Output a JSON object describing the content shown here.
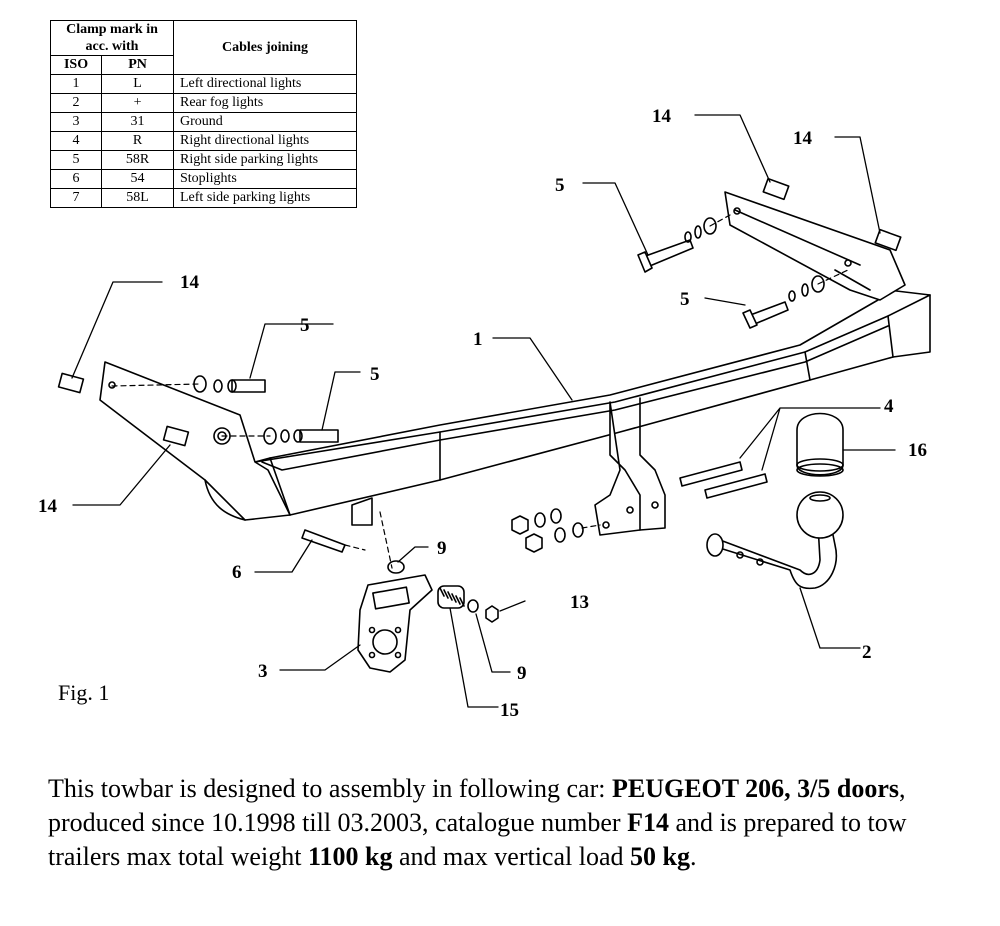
{
  "table": {
    "header_clamp": "Clamp mark in acc. with",
    "header_cables": "Cables joining",
    "header_iso": "ISO",
    "header_pn": "PN",
    "rows": [
      {
        "iso": "1",
        "pn": "L",
        "cable": "Left directional lights"
      },
      {
        "iso": "2",
        "pn": "+",
        "cable": "Rear fog lights"
      },
      {
        "iso": "3",
        "pn": "31",
        "cable": "Ground"
      },
      {
        "iso": "4",
        "pn": "R",
        "cable": "Right directional lights"
      },
      {
        "iso": "5",
        "pn": "58R",
        "cable": "Right side parking lights"
      },
      {
        "iso": "6",
        "pn": "54",
        "cable": "Stoplights"
      },
      {
        "iso": "7",
        "pn": "58L",
        "cable": "Left side parking lights"
      }
    ]
  },
  "callouts": {
    "c1": "1",
    "c2": "2",
    "c3": "3",
    "c4": "4",
    "c5a": "5",
    "c5b": "5",
    "c5c": "5",
    "c5d": "5",
    "c6": "6",
    "c9a": "9",
    "c9b": "9",
    "c13": "13",
    "c14a": "14",
    "c14b": "14",
    "c14c": "14",
    "c14d": "14",
    "c15": "15",
    "c16": "16"
  },
  "figure_label": "Fig. 1",
  "description": {
    "p1": "This towbar is designed to assembly in following car: ",
    "car": "PEUGEOT 206, 3/5 doors",
    "p2": ", produced since 10.1998 till 03.2003, catalogue number ",
    "catalogue": "F14",
    "p3": " and is prepared to tow trailers max total weight ",
    "max_weight": "1100 kg",
    "p4": " and max vertical load ",
    "max_vertical": "50 kg",
    "p5": "."
  }
}
